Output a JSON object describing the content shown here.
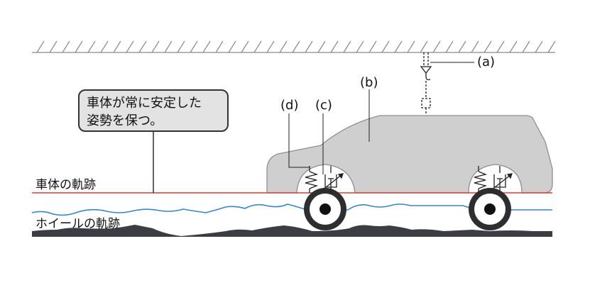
{
  "callout": {
    "line1": "車体が常に安定した",
    "line2": "姿勢を保つ。"
  },
  "labels": {
    "a": "(a)",
    "b": "(b)",
    "c": "(c)",
    "d": "(d)",
    "body_track": "車体の軌跡",
    "wheel_track": "ホイールの軌跡"
  },
  "colors": {
    "body_track": "#e03a3a",
    "wheel_track": "#3a85c4",
    "car_body": "#cfcfcf",
    "ground": "#3b3d42"
  }
}
